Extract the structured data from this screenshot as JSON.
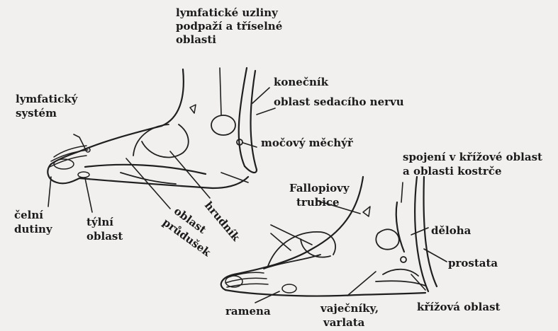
{
  "labels": {
    "lymph_nodes": [
      "lymfatické uzliny",
      "podpaží a tříselné",
      "oblasti"
    ],
    "rectum": "konečník",
    "sciatic": "oblast sedacího nervu",
    "lymph_system": [
      "lymfatický",
      "systém"
    ],
    "bladder": "močový měchýř",
    "sacral_joint": [
      "spojení v křížové oblast",
      "a oblasti kostrče"
    ],
    "fallopian": [
      "Fallopiovy",
      "trubice"
    ],
    "chest": "hrudník",
    "bronchi": [
      "oblast",
      "průdušek"
    ],
    "sinuses": [
      "čelní",
      "dutiny"
    ],
    "occipital": [
      "týlní",
      "oblast"
    ],
    "uterus": "děloha",
    "prostate": "prostata",
    "shoulders": "ramena",
    "ovaries": [
      "vaječníky,",
      "varlata"
    ],
    "sacral_area": "křížová oblast"
  }
}
